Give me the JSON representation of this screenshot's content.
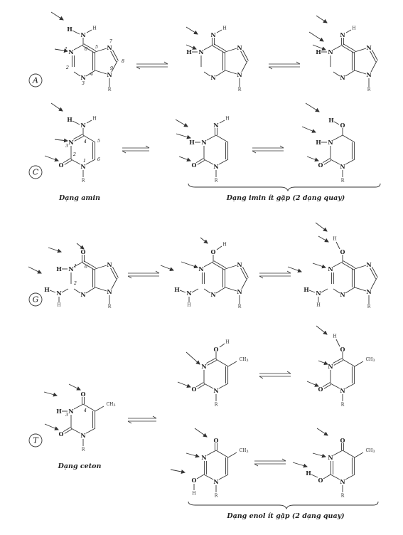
{
  "bases": [
    {
      "id": "A",
      "label": "A"
    },
    {
      "id": "C",
      "label": "C"
    },
    {
      "id": "G",
      "label": "G"
    },
    {
      "id": "T",
      "label": "T"
    }
  ],
  "captions": {
    "amin": "Dạng amin",
    "imin": "Dạng imin ít gặp (2 dạng quay)",
    "ceton": "Dạng ceton",
    "enol": "Dạng enol ít gặp (2 dạng quay)"
  },
  "atoms": {
    "N": "N",
    "H": "H",
    "O": "O",
    "R": "R",
    "C": "C",
    "CH3": "CH",
    "sub3": "3"
  },
  "numbering": {
    "adenine": [
      "1",
      "2",
      "3",
      "4",
      "5",
      "6",
      "7",
      "8",
      "9"
    ],
    "cytosine": [
      "1",
      "2",
      "3",
      "4",
      "5",
      "6"
    ],
    "guanine": [
      "1",
      "2",
      "6"
    ],
    "thymine": [
      "3",
      "4"
    ]
  }
}
